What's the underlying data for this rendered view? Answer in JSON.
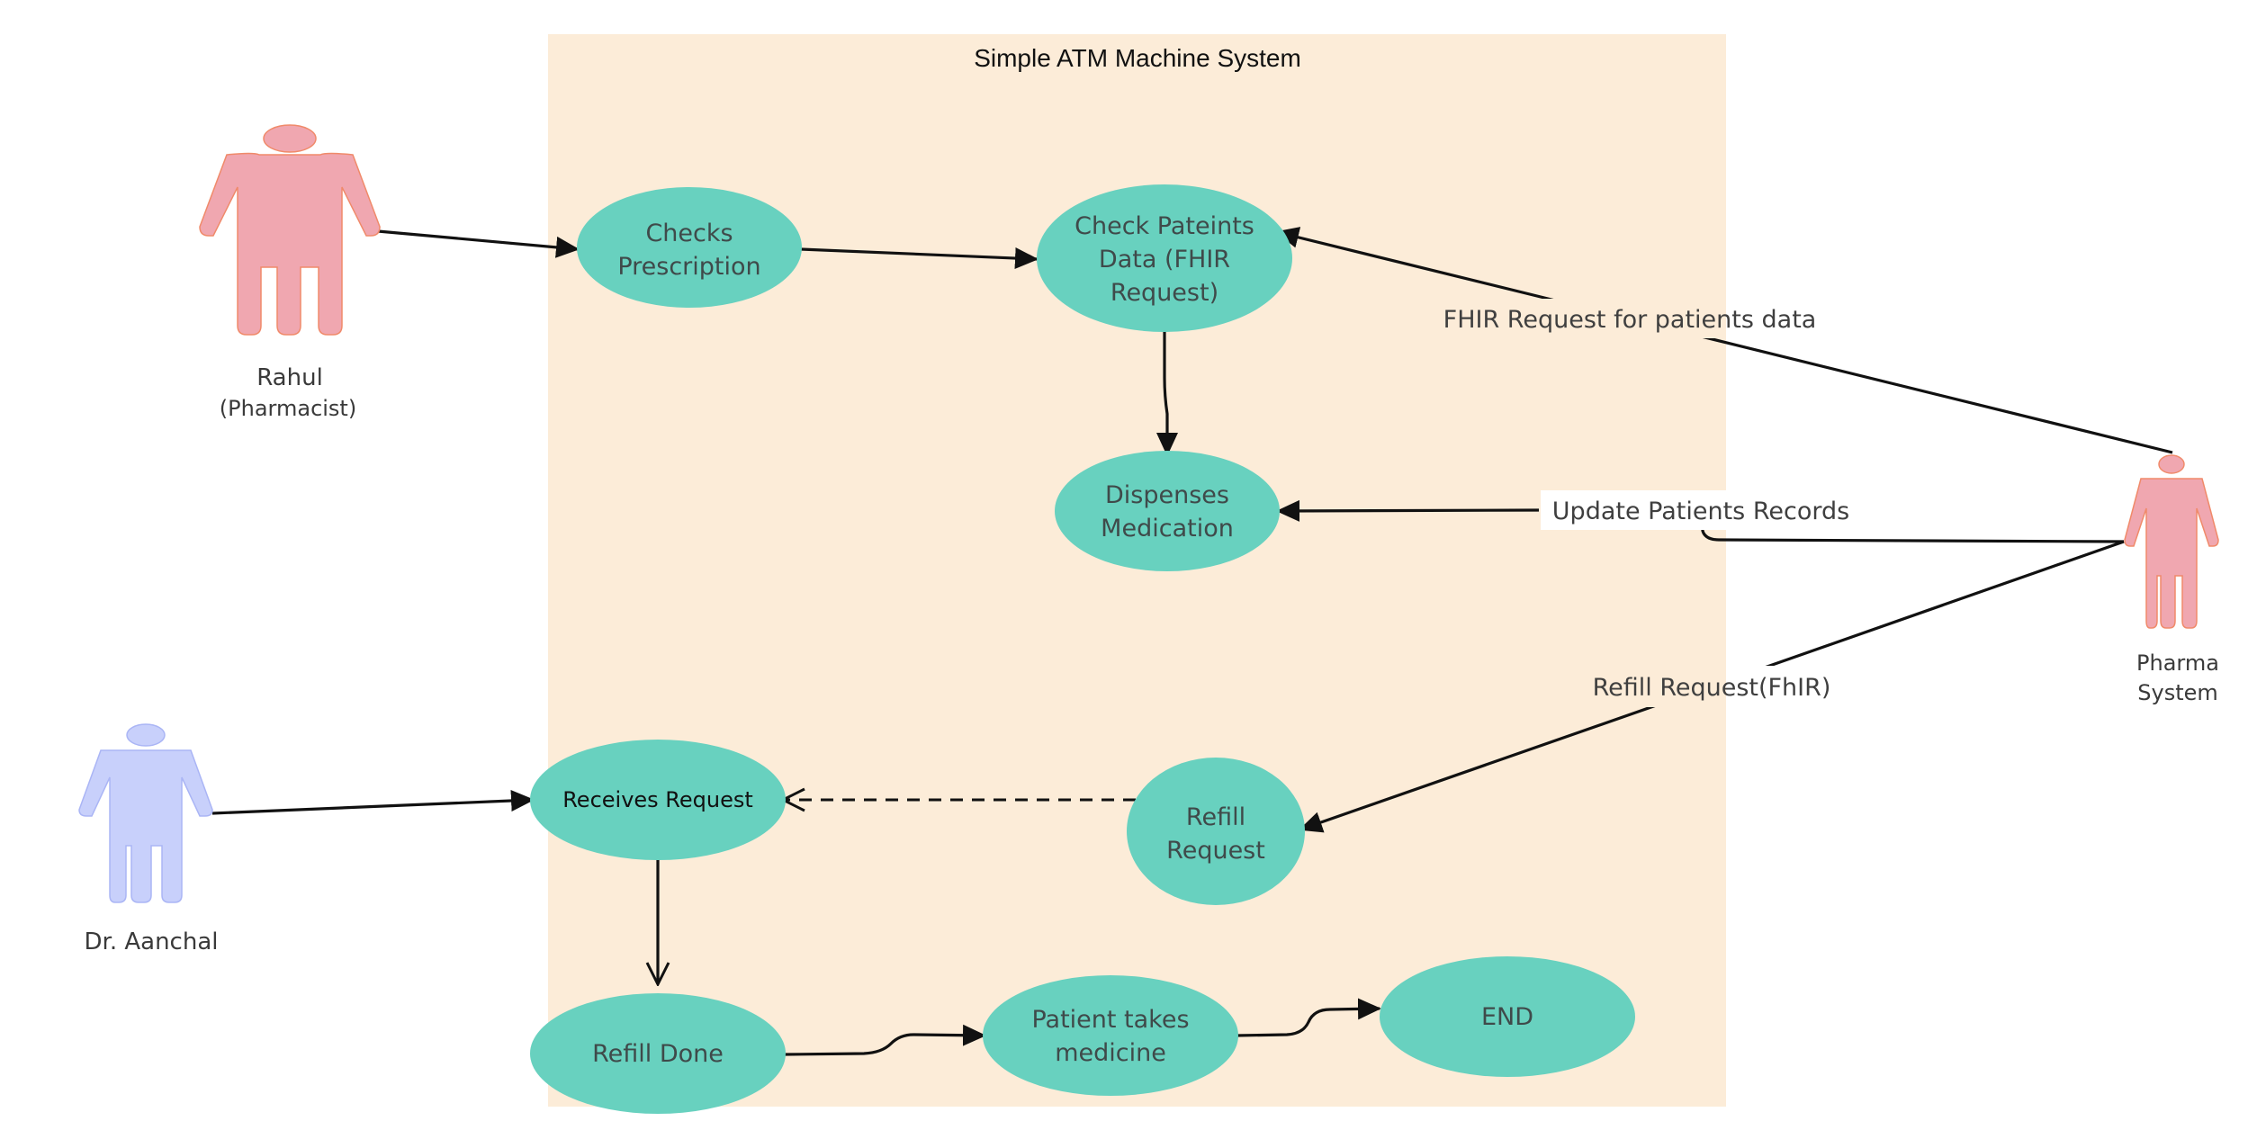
{
  "system": {
    "title": "Simple ATM Machine System"
  },
  "actors": {
    "rahul": {
      "name": "Rahul",
      "role": "(Pharmacist)"
    },
    "aanchal": {
      "name": "Dr. Aanchal"
    },
    "pharma": {
      "line1": "Pharma",
      "line2": "System"
    }
  },
  "use_cases": {
    "checks_prescription": {
      "line1": "Checks",
      "line2": "Prescription"
    },
    "check_patients_data": {
      "line1": "Check Pateints",
      "line2": "Data (FHIR",
      "line3": "Request)"
    },
    "dispenses_medication": {
      "line1": "Dispenses",
      "line2": "Medication"
    },
    "receives_request": {
      "line1": "Receives Request"
    },
    "refill_request": {
      "line1": "Refill",
      "line2": "Request"
    },
    "refill_done": {
      "line1": "Refill Done"
    },
    "patient_takes_medicine": {
      "line1": "Patient takes",
      "line2": "medicine"
    },
    "end": {
      "line1": "END"
    }
  },
  "edge_labels": {
    "fhir_request": "FHIR Request for patients data",
    "update_records": "Update Patients Records",
    "refill_fhir": "Refill Request(FhIR)"
  },
  "colors": {
    "system_boundary": "#fcecd8",
    "use_case_fill": "#68d1bf",
    "pharmacist_actor": "#f0a7b0",
    "pharmacist_outline": "#f08a6a",
    "doctor_actor": "#c8d0fb",
    "doctor_outline": "#aab5f5"
  }
}
